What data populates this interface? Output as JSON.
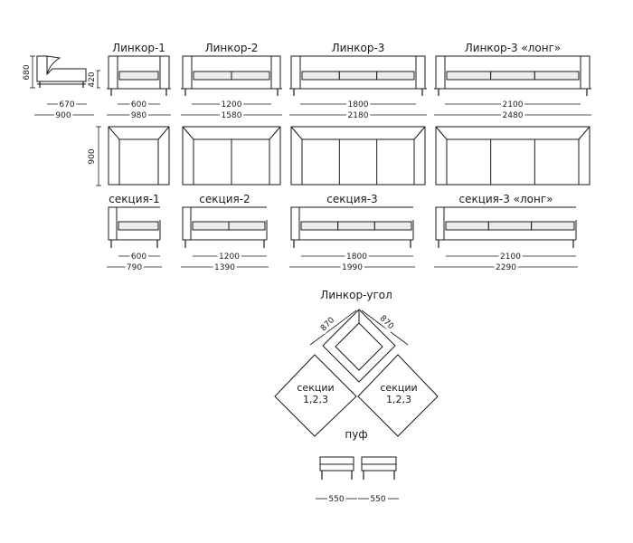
{
  "linkor": [
    {
      "title": "Линкор-1",
      "seat_dim": "600",
      "total_dim": "980",
      "seats": 1
    },
    {
      "title": "Линкор-2",
      "seat_dim": "1200",
      "total_dim": "1580",
      "seats": 2
    },
    {
      "title": "Линкор-3",
      "seat_dim": "1800",
      "total_dim": "2180",
      "seats": 3
    },
    {
      "title": "Линкор-3 «лонг»",
      "seat_dim": "2100",
      "total_dim": "2480",
      "seats": 3
    }
  ],
  "side_view": {
    "height_dim": "680",
    "seat_height_dim": "420",
    "depth_dim": "670",
    "total_dim": "900"
  },
  "plan_depth_dim": "900",
  "sections": [
    {
      "title": "секция-1",
      "seat_dim": "600",
      "total_dim": "790",
      "seats": 1
    },
    {
      "title": "секция-2",
      "seat_dim": "1200",
      "total_dim": "1390",
      "seats": 2
    },
    {
      "title": "секция-3",
      "seat_dim": "1800",
      "total_dim": "1990",
      "seats": 3
    },
    {
      "title": "секция-3 «лонг»",
      "seat_dim": "2100",
      "total_dim": "2290",
      "seats": 3
    }
  ],
  "corner": {
    "title": "Линкор-угол",
    "dim_left": "870",
    "dim_right": "870",
    "left_label_line1": "секции",
    "left_label_line2": "1,2,3",
    "right_label_line1": "секции",
    "right_label_line2": "1,2,3"
  },
  "pouf": {
    "title": "пуф",
    "dims": [
      "550",
      "550"
    ]
  }
}
